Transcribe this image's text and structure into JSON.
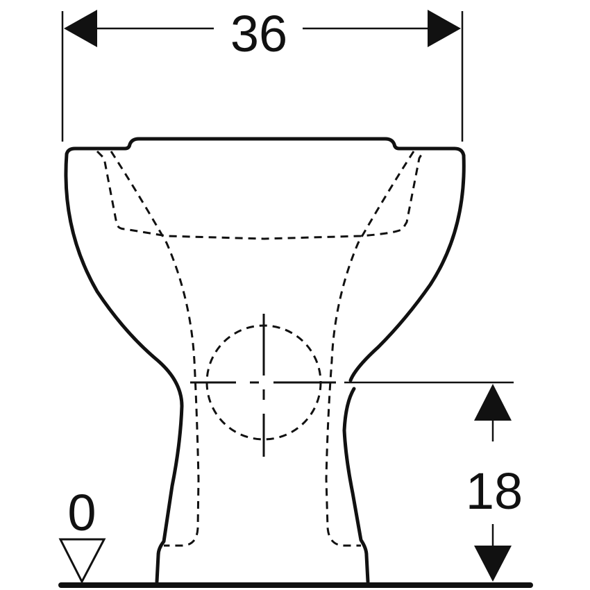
{
  "drawing": {
    "subject": "floor-standing toilet front elevation",
    "units": "cm",
    "dimensions": {
      "width": {
        "label": "36"
      },
      "outlet_height": {
        "label": "18"
      },
      "floor_level": {
        "label": "0"
      }
    },
    "colors": {
      "line": "#111111",
      "background": "#ffffff"
    }
  }
}
